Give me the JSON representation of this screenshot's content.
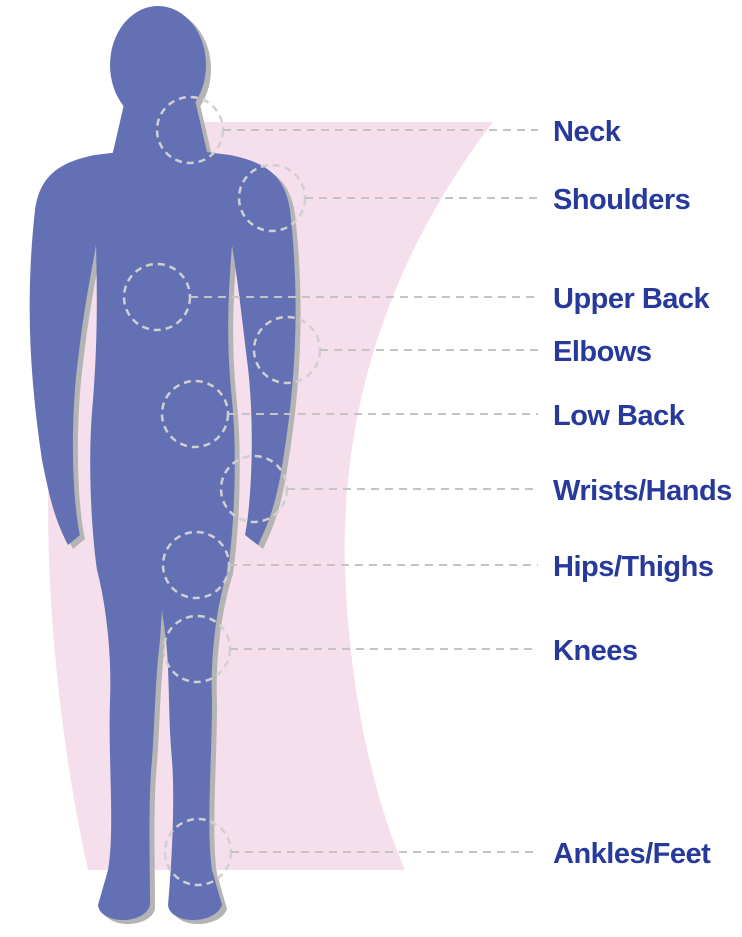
{
  "colors": {
    "body": "#6470b4",
    "body_shadow": "#b4b4b4",
    "band": "#f6dfec",
    "circle": "#d0d0d0",
    "leader": "#c4c4c4",
    "label": "#27399a"
  },
  "labels": {
    "neck": "Neck",
    "shoulders": "Shoulders",
    "upper_back": "Upper Back",
    "elbows": "Elbows",
    "low_back": "Low Back",
    "wrists_hands": "Wrists/Hands",
    "hips_thighs": "Hips/Thighs",
    "knees": "Knees",
    "ankles_feet": "Ankles/Feet"
  }
}
